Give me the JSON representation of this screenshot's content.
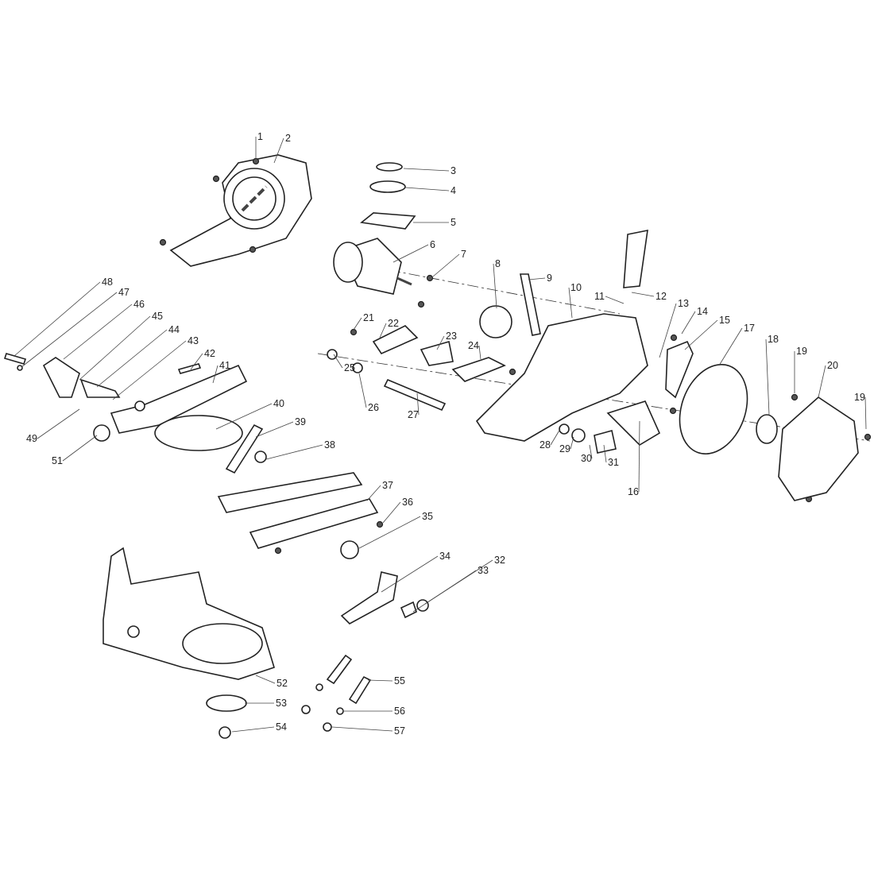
{
  "diagram": {
    "type": "exploded-parts-view",
    "part_numbers": [
      "1",
      "2",
      "3",
      "4",
      "5",
      "6",
      "7",
      "8",
      "9",
      "10",
      "11",
      "12",
      "13",
      "14",
      "15",
      "16",
      "17",
      "18",
      "19",
      "19",
      "20",
      "21",
      "22",
      "23",
      "24",
      "25",
      "26",
      "27",
      "28",
      "29",
      "30",
      "31",
      "32",
      "33",
      "34",
      "35",
      "36",
      "37",
      "38",
      "39",
      "40",
      "41",
      "42",
      "43",
      "44",
      "45",
      "46",
      "47",
      "48",
      "49",
      "51",
      "52",
      "53",
      "54",
      "55",
      "56",
      "57"
    ]
  }
}
